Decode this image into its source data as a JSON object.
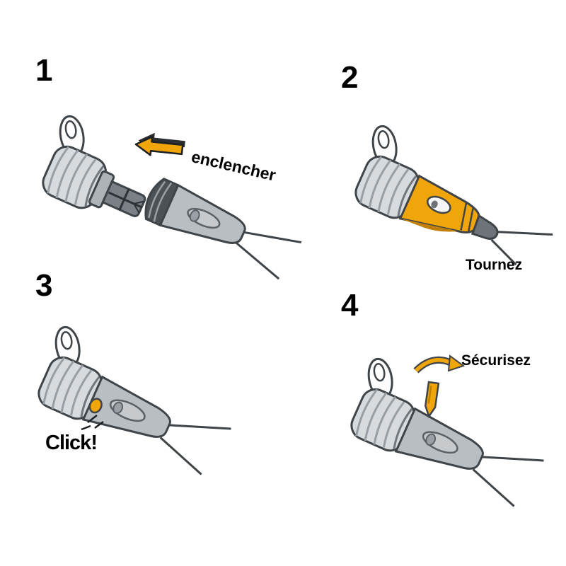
{
  "figure": {
    "type": "connector-assembly-instruction-diagram",
    "language": "fr",
    "background": "#ffffff"
  },
  "colors": {
    "accent": "#F0A50A",
    "accent_shadow": "#c07f06",
    "outline": "#3f4448",
    "connector_gray": "#b9bec3",
    "nut_gray": "#d8dbde",
    "dark_gray": "#6d7378"
  },
  "steps": [
    {
      "number": "1",
      "label": "enclencher"
    },
    {
      "number": "2",
      "label": "Tournez"
    },
    {
      "number": "3",
      "label": "Click!"
    },
    {
      "number": "4",
      "label": "Sécurisez"
    }
  ]
}
